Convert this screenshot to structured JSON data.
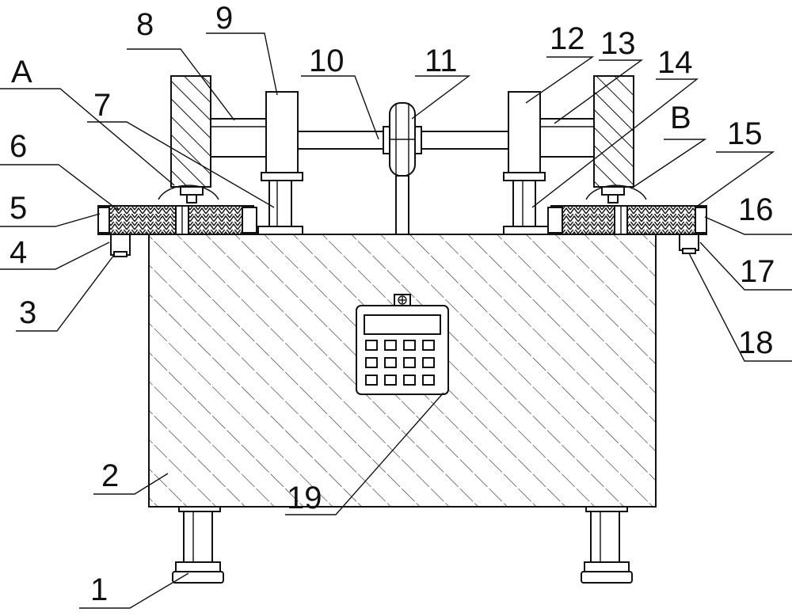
{
  "labels": {
    "l1": "1",
    "l2": "2",
    "l3": "3",
    "l4": "4",
    "l5": "5",
    "l6": "6",
    "l7": "7",
    "l8": "8",
    "l9": "9",
    "l10": "10",
    "l11": "11",
    "l12": "12",
    "l13": "13",
    "l14": "14",
    "l15": "15",
    "l16": "16",
    "l17": "17",
    "l18": "18",
    "l19": "19",
    "lA": "A",
    "lB": "B"
  }
}
